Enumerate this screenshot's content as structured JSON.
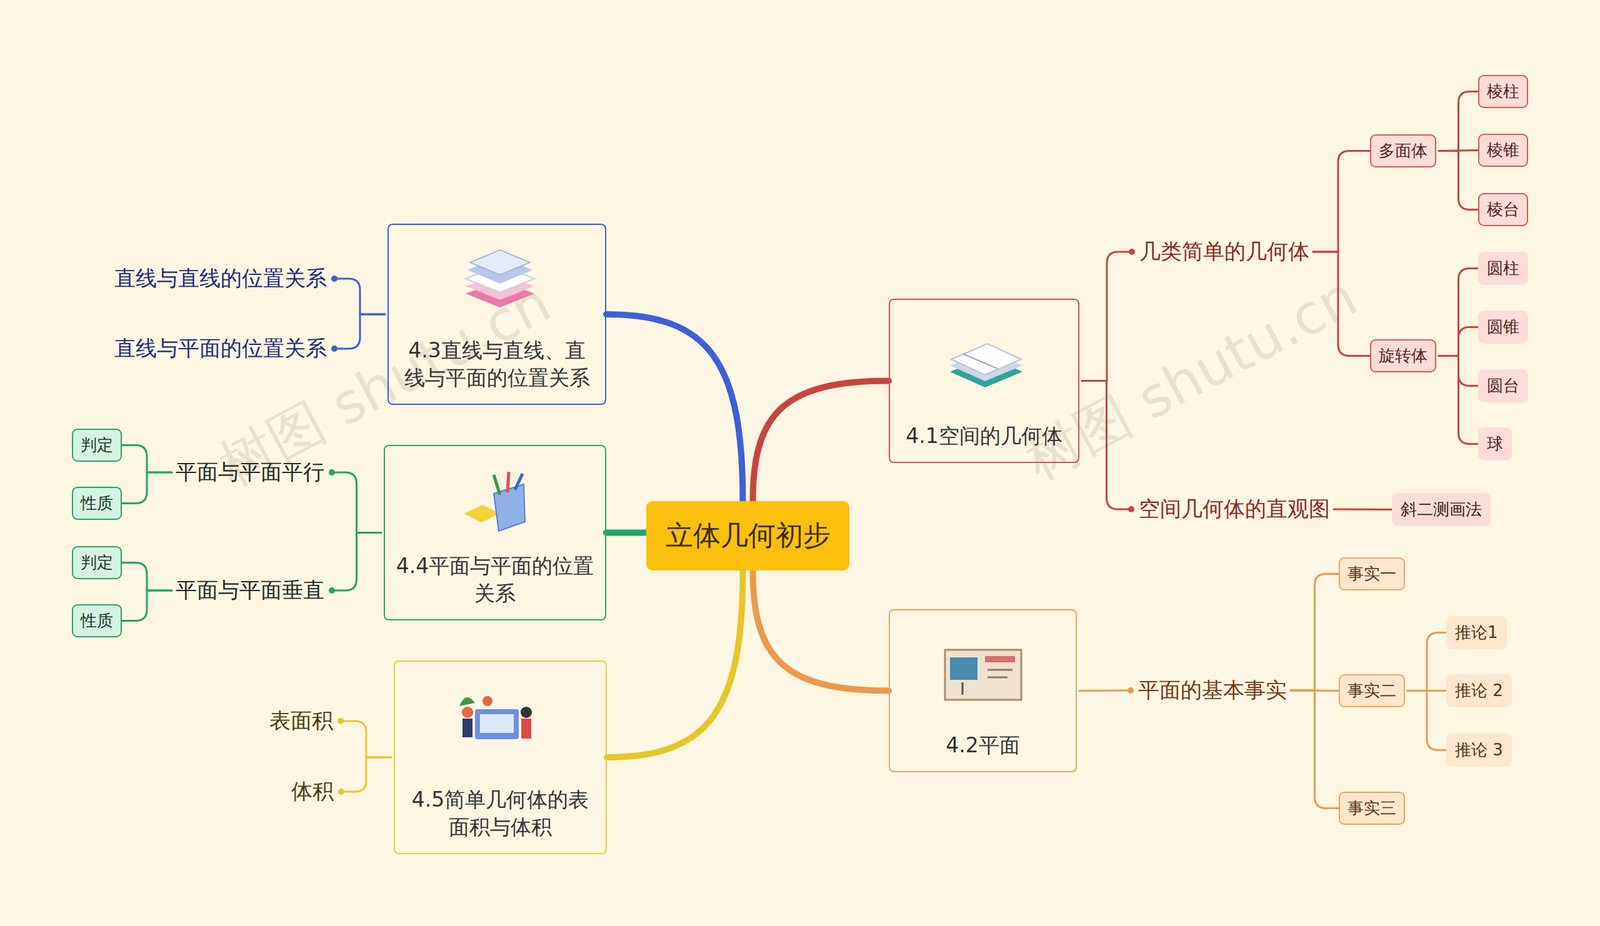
{
  "diagram": {
    "nodes": [
      {
        "text": [
          "立体几何初步"
        ]
      },
      {
        "text": [
          "4.1空间的几何体"
        ]
      },
      {
        "text": [
          "几类简单的几何体"
        ]
      },
      {
        "text": [
          "多面体"
        ]
      },
      {
        "text": [
          "棱柱"
        ]
      },
      {
        "text": [
          "棱锥"
        ]
      },
      {
        "text": [
          "棱台"
        ]
      },
      {
        "text": [
          "旋转体"
        ]
      },
      {
        "text": [
          "圆柱"
        ]
      },
      {
        "text": [
          "圆锥"
        ]
      },
      {
        "text": [
          "圆台"
        ]
      },
      {
        "text": [
          "球"
        ]
      },
      {
        "text": [
          "空间几何体的直观图"
        ]
      },
      {
        "text": [
          "斜二测画法"
        ]
      },
      {
        "text": [
          "4.2平面"
        ]
      },
      {
        "text": [
          "平面的基本事实"
        ]
      },
      {
        "text": [
          "事实一"
        ]
      },
      {
        "text": [
          "事实二"
        ]
      },
      {
        "text": [
          "推论1"
        ]
      },
      {
        "text": [
          "推论 2"
        ]
      },
      {
        "text": [
          "推论 3"
        ]
      },
      {
        "text": [
          "事实三"
        ]
      },
      {
        "text": [
          "4.3直线与直线、直线与平面的位置关系"
        ]
      },
      {
        "text": [
          "直线与直线的位置关系"
        ]
      },
      {
        "text": [
          "直线与平面的位置关系"
        ]
      },
      {
        "text": [
          "4.4平面与平面的位置关系"
        ]
      },
      {
        "text": [
          "平面与平面平行"
        ]
      },
      {
        "text": [
          "判定"
        ]
      },
      {
        "text": [
          "性质"
        ]
      },
      {
        "text": [
          "平面与平面垂直"
        ]
      },
      {
        "text": [
          "判定"
        ]
      },
      {
        "text": [
          "性质"
        ]
      },
      {
        "text": [
          "4.5简单几何体的表面积与体积"
        ]
      },
      {
        "text": [
          "表面积"
        ]
      },
      {
        "text": [
          "体积"
        ]
      }
    ],
    "edges": [
      {
        "from": 0,
        "to": 1,
        "arrow": "none"
      },
      {
        "from": 1,
        "to": 2,
        "arrow": "none"
      },
      {
        "from": 2,
        "to": 3,
        "arrow": "none"
      },
      {
        "from": 3,
        "to": 4,
        "arrow": "none"
      },
      {
        "from": 3,
        "to": 5,
        "arrow": "none"
      },
      {
        "from": 3,
        "to": 6,
        "arrow": "none"
      },
      {
        "from": 2,
        "to": 7,
        "arrow": "none"
      },
      {
        "from": 7,
        "to": 8,
        "arrow": "none"
      },
      {
        "from": 7,
        "to": 9,
        "arrow": "none"
      },
      {
        "from": 7,
        "to": 10,
        "arrow": "none"
      },
      {
        "from": 7,
        "to": 11,
        "arrow": "none"
      },
      {
        "from": 1,
        "to": 12,
        "arrow": "none"
      },
      {
        "from": 12,
        "to": 13,
        "arrow": "none"
      },
      {
        "from": 0,
        "to": 14,
        "arrow": "none"
      },
      {
        "from": 14,
        "to": 15,
        "arrow": "none"
      },
      {
        "from": 15,
        "to": 16,
        "arrow": "none"
      },
      {
        "from": 15,
        "to": 17,
        "arrow": "none"
      },
      {
        "from": 17,
        "to": 18,
        "arrow": "none"
      },
      {
        "from": 17,
        "to": 19,
        "arrow": "none"
      },
      {
        "from": 17,
        "to": 20,
        "arrow": "none"
      },
      {
        "from": 15,
        "to": 21,
        "arrow": "none"
      },
      {
        "from": 0,
        "to": 22,
        "arrow": "none"
      },
      {
        "from": 22,
        "to": 23,
        "arrow": "none"
      },
      {
        "from": 22,
        "to": 24,
        "arrow": "none"
      },
      {
        "from": 0,
        "to": 25,
        "arrow": "none"
      },
      {
        "from": 25,
        "to": 26,
        "arrow": "none"
      },
      {
        "from": 26,
        "to": 27,
        "arrow": "none"
      },
      {
        "from": 26,
        "to": 28,
        "arrow": "none"
      },
      {
        "from": 25,
        "to": 29,
        "arrow": "none"
      },
      {
        "from": 29,
        "to": 30,
        "arrow": "none"
      },
      {
        "from": 29,
        "to": 31,
        "arrow": "none"
      },
      {
        "from": 0,
        "to": 32,
        "arrow": "none"
      },
      {
        "from": 32,
        "to": 33,
        "arrow": "none"
      },
      {
        "from": 32,
        "to": 34,
        "arrow": "none"
      }
    ],
    "labels": [
      "树图 shutu.cn",
      "树图 shutu.cn"
    ]
  }
}
